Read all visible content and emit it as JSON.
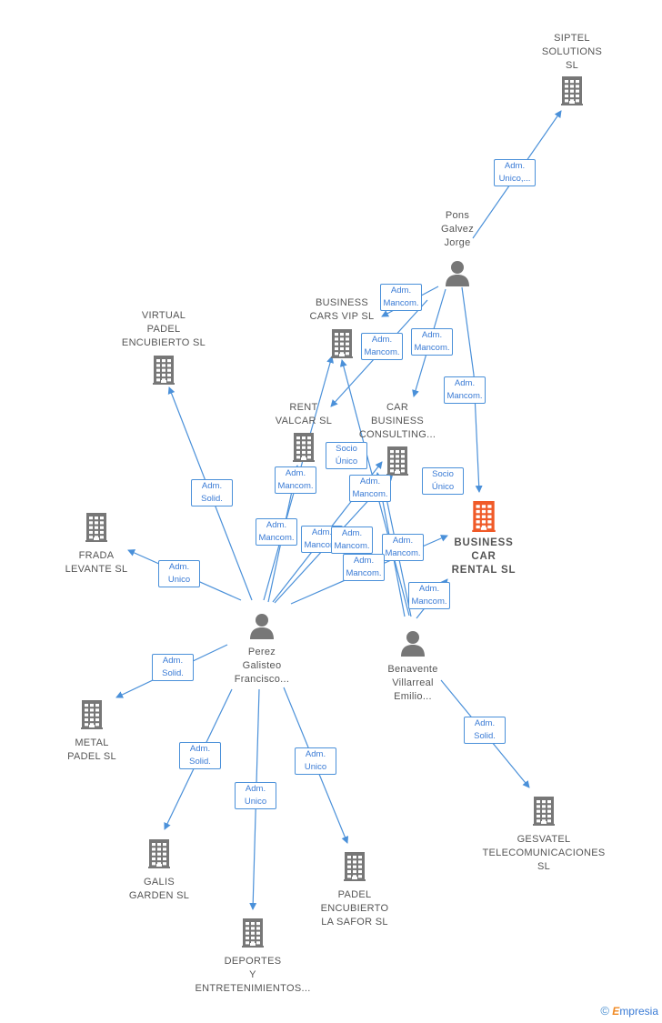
{
  "title": "",
  "colors": {
    "edge": "#4a90d9",
    "node": "#777777",
    "main_node": "#f05a28",
    "label_text": "#3a7bd5"
  },
  "nodes": {
    "siptel": {
      "lines": [
        "SIPTEL",
        "SOLUTIONS",
        "SL"
      ],
      "kind": "company"
    },
    "pons": {
      "lines": [
        "Pons",
        "Galvez",
        "Jorge"
      ],
      "kind": "person"
    },
    "virtual": {
      "lines": [
        "VIRTUAL",
        "PADEL",
        "ENCUBIERTO SL"
      ],
      "kind": "company"
    },
    "bcarsvip": {
      "lines": [
        "BUSINESS",
        "CARS VIP  SL"
      ],
      "kind": "company"
    },
    "rentvalcar": {
      "lines": [
        "RENT",
        "VALCAR  SL"
      ],
      "kind": "company"
    },
    "carbusiness": {
      "lines": [
        "CAR",
        "BUSINESS",
        "CONSULTING..."
      ],
      "kind": "company"
    },
    "bcarrental": {
      "lines": [
        "BUSINESS",
        "CAR",
        "RENTAL  SL"
      ],
      "kind": "main"
    },
    "frada": {
      "lines": [
        "FRADA",
        "LEVANTE  SL"
      ],
      "kind": "company"
    },
    "perez": {
      "lines": [
        "Perez",
        "Galisteo",
        "Francisco..."
      ],
      "kind": "person"
    },
    "benavente": {
      "lines": [
        "Benavente",
        "Villarreal",
        "Emilio..."
      ],
      "kind": "person"
    },
    "metal": {
      "lines": [
        "METAL",
        "PADEL SL"
      ],
      "kind": "company"
    },
    "galis": {
      "lines": [
        "GALIS",
        "GARDEN  SL"
      ],
      "kind": "company"
    },
    "deportes": {
      "lines": [
        "DEPORTES",
        "Y",
        "ENTRETENIMIENTOS..."
      ],
      "kind": "company"
    },
    "padelsafor": {
      "lines": [
        "PADEL",
        "ENCUBIERTO",
        "LA SAFOR SL"
      ],
      "kind": "company"
    },
    "gesvatel": {
      "lines": [
        "GESVATEL",
        "TELECOMUNICACIONES",
        "SL"
      ],
      "kind": "company"
    }
  },
  "relations": [
    {
      "lines": [
        "Adm.",
        "Unico,..."
      ]
    },
    {
      "lines": [
        "Adm.",
        "Mancom."
      ]
    },
    {
      "lines": [
        "Adm.",
        "Mancom."
      ]
    },
    {
      "lines": [
        "Adm.",
        "Mancom."
      ]
    },
    {
      "lines": [
        "Adm.",
        "Mancom."
      ]
    },
    {
      "lines": [
        "Adm.",
        "Solid."
      ]
    },
    {
      "lines": [
        "Socio",
        "Único"
      ]
    },
    {
      "lines": [
        "Adm.",
        "Mancom."
      ]
    },
    {
      "lines": [
        "Adm.",
        "Mancom."
      ]
    },
    {
      "lines": [
        "Socio",
        "Único"
      ]
    },
    {
      "lines": [
        "Adm.",
        "Mancom."
      ]
    },
    {
      "lines": [
        "Adm.",
        "Mancom."
      ]
    },
    {
      "lines": [
        "Adm.",
        "Mancom."
      ]
    },
    {
      "lines": [
        "Adm.",
        "Mancom."
      ]
    },
    {
      "lines": [
        "Adm.",
        "Mancom."
      ]
    },
    {
      "lines": [
        "Adm.",
        "Unico"
      ]
    },
    {
      "lines": [
        "Adm.",
        "Mancom."
      ]
    },
    {
      "lines": [
        "Adm.",
        "Solid."
      ]
    },
    {
      "lines": [
        "Adm.",
        "Solid."
      ]
    },
    {
      "lines": [
        "Adm.",
        "Solid."
      ]
    },
    {
      "lines": [
        "Adm.",
        "Unico"
      ]
    },
    {
      "lines": [
        "Adm.",
        "Unico"
      ]
    }
  ],
  "footer": {
    "copyright": "©",
    "brand_initial": "E",
    "brand_rest": "mpresia"
  }
}
